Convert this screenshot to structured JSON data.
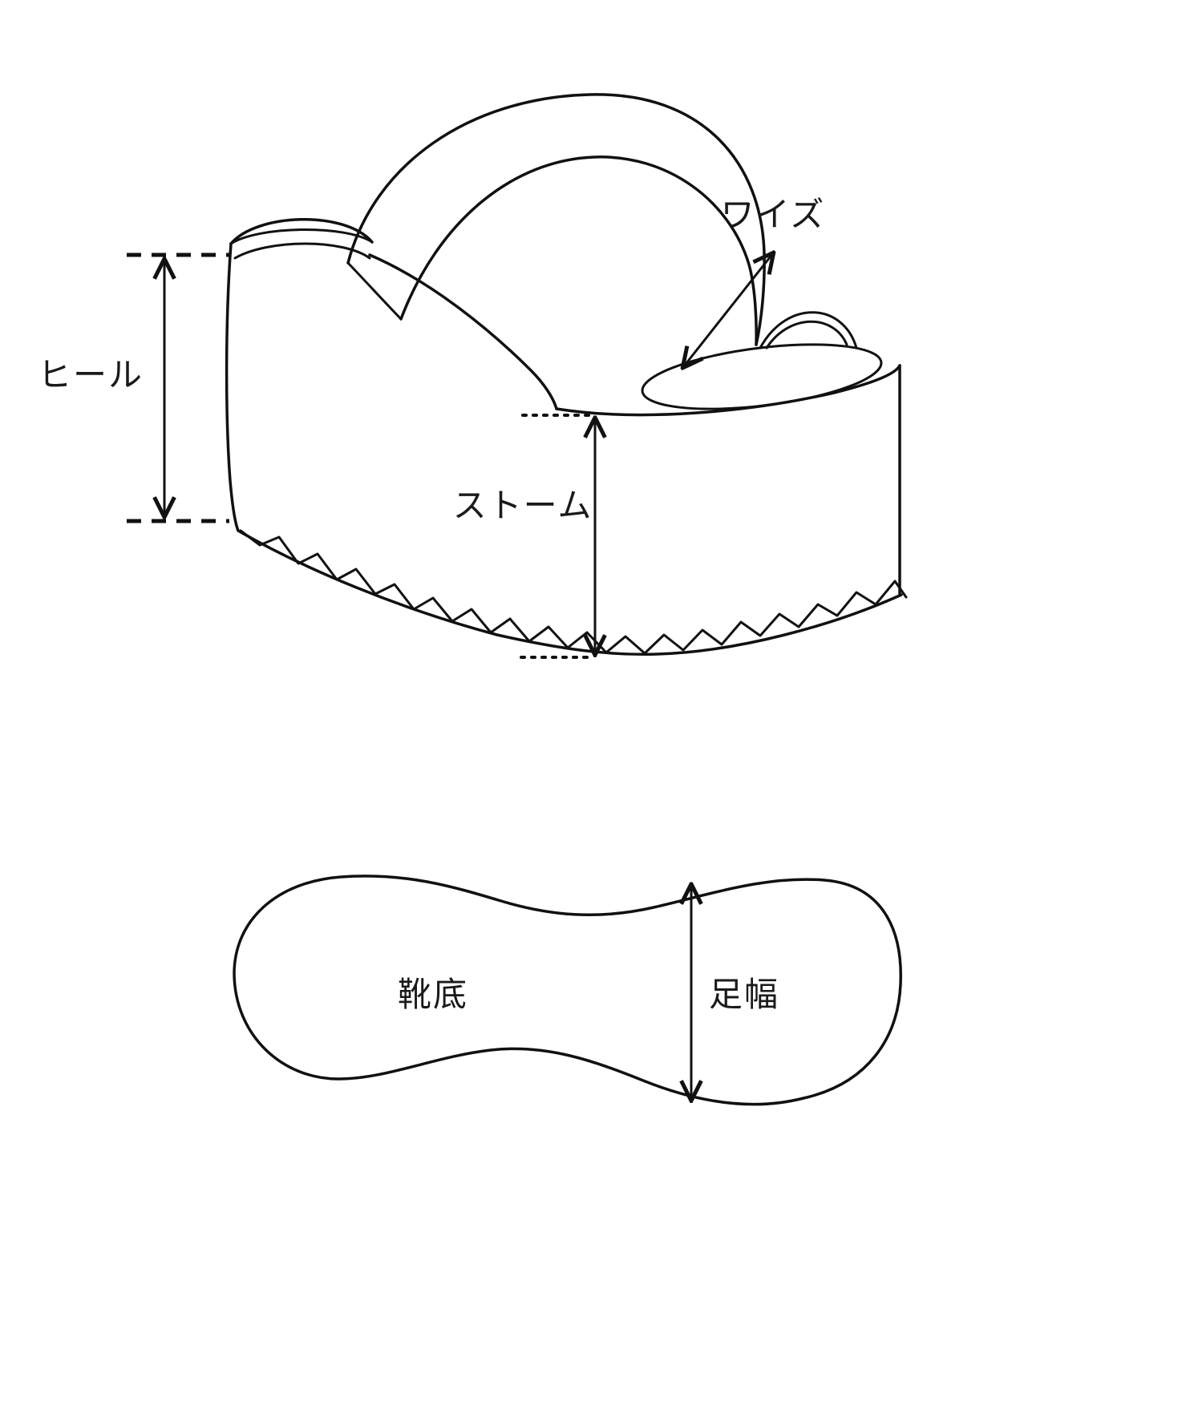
{
  "canvas": {
    "background": "#ffffff",
    "line_color": "#111111"
  },
  "figure": {
    "type": "shoe-measurement-diagram",
    "views": [
      "platform-sandal-side-view",
      "sole-bottom-view"
    ]
  },
  "labels": {
    "width": "ワイズ",
    "heel": "ヒール",
    "storm": "ストーム",
    "sole": "靴底",
    "foot_width": "足幅"
  }
}
